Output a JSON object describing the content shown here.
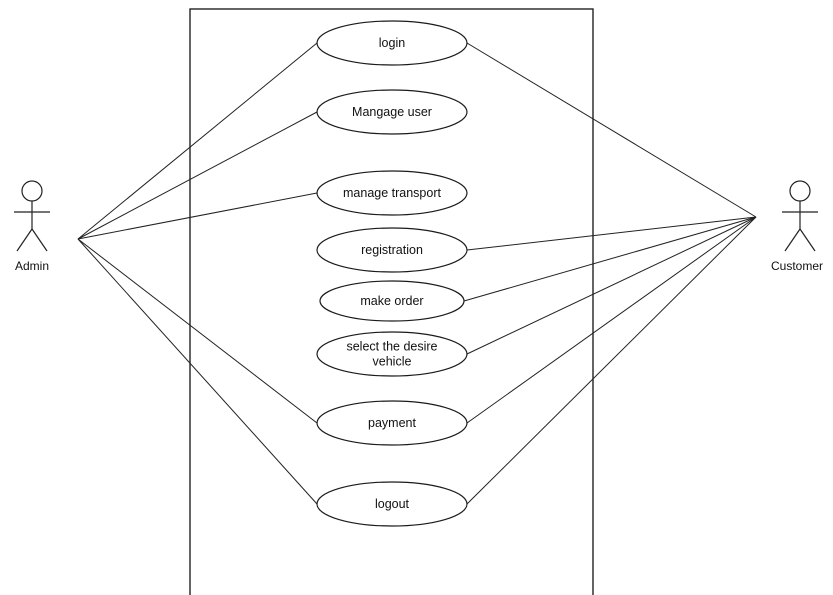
{
  "actors": [
    {
      "id": "admin",
      "label": "Admin"
    },
    {
      "id": "customer",
      "label": "Customer"
    }
  ],
  "use_cases": [
    {
      "id": "login",
      "lines": [
        "login"
      ]
    },
    {
      "id": "manage-user",
      "lines": [
        "Mangage user"
      ]
    },
    {
      "id": "manage-transport",
      "lines": [
        "manage transport"
      ]
    },
    {
      "id": "registration",
      "lines": [
        "registration"
      ]
    },
    {
      "id": "make-order",
      "lines": [
        "make order"
      ]
    },
    {
      "id": "select-vehicle",
      "lines": [
        "select the desire",
        "vehicle"
      ]
    },
    {
      "id": "payment",
      "lines": [
        "payment"
      ]
    },
    {
      "id": "logout",
      "lines": [
        "logout"
      ]
    }
  ],
  "associations": [
    {
      "actor": "admin",
      "use_case": "login"
    },
    {
      "actor": "admin",
      "use_case": "manage-user"
    },
    {
      "actor": "admin",
      "use_case": "manage-transport"
    },
    {
      "actor": "admin",
      "use_case": "payment"
    },
    {
      "actor": "admin",
      "use_case": "logout"
    },
    {
      "actor": "customer",
      "use_case": "login"
    },
    {
      "actor": "customer",
      "use_case": "registration"
    },
    {
      "actor": "customer",
      "use_case": "make-order"
    },
    {
      "actor": "customer",
      "use_case": "select-vehicle"
    },
    {
      "actor": "customer",
      "use_case": "payment"
    },
    {
      "actor": "customer",
      "use_case": "logout"
    }
  ]
}
